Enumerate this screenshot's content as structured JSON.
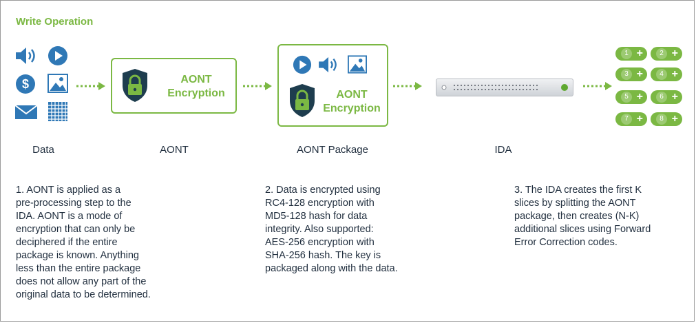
{
  "title": "Write Operation",
  "stages": {
    "data_label": "Data",
    "aont_label": "AONT",
    "aont_package_label": "AONT Package",
    "ida_label": "IDA"
  },
  "aont_box": {
    "line1": "AONT",
    "line2": "Encryption"
  },
  "package_box": {
    "line1": "AONT",
    "line2": "Encryption"
  },
  "slices": [
    "1",
    "2",
    "3",
    "4",
    "5",
    "6",
    "7",
    "8"
  ],
  "descriptions": [
    [
      "1. AONT is applied as a",
      "pre-processing step to the",
      "IDA. AONT is a mode of",
      "encryption that can only be",
      "deciphered if the entire",
      "package is known. Anything",
      "less than the entire package",
      "does not allow any part of the",
      "original data to be determined."
    ],
    [
      "2. Data is encrypted using",
      "RC4-128 encryption with",
      "MD5-128 hash for data",
      "integrity. Also supported:",
      "AES-256 encryption with",
      "SHA-256 hash. The key is",
      "packaged along with the data."
    ],
    [
      "3. The IDA creates the first K",
      "slices by splitting the AONT",
      "package, then creates (N-K)",
      "additional slices using Forward",
      "Error Correction codes."
    ]
  ],
  "icons": [
    "speaker-icon",
    "play-icon",
    "dollar-icon",
    "image-icon",
    "envelope-icon",
    "grid-icon",
    "shield-lock-icon",
    "ida-server-icon"
  ],
  "colors": {
    "green": "#7bb843",
    "blue": "#2f78b6",
    "shield": "#1e3d4e"
  }
}
